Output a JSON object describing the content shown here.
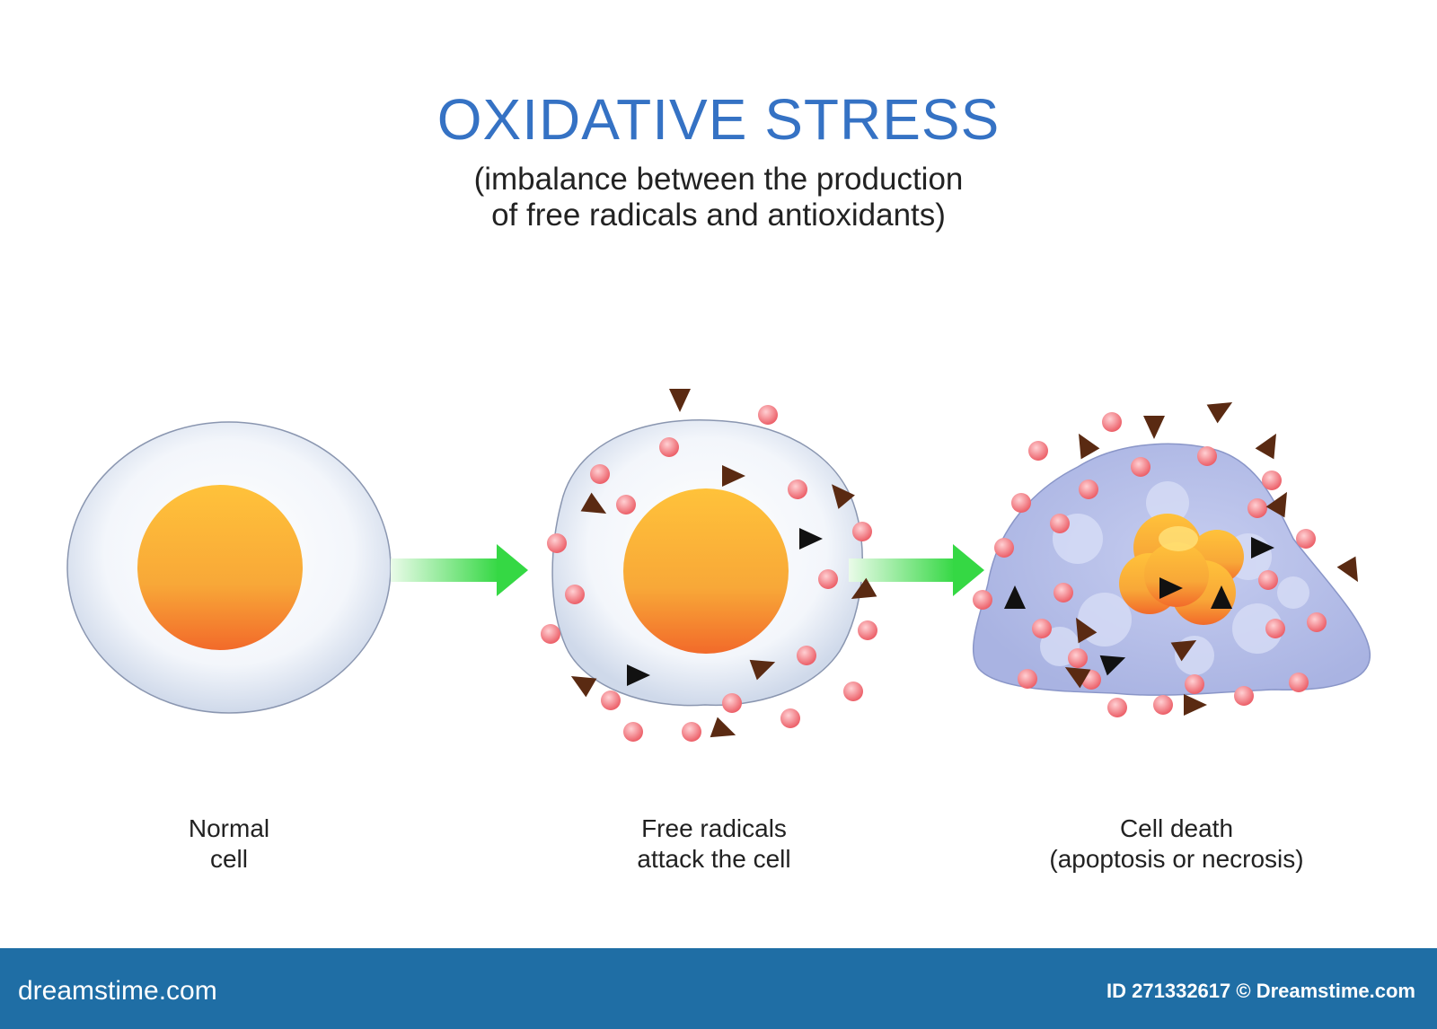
{
  "title": "OXIDATIVE STRESS",
  "subtitle": {
    "line1": "(imbalance between the production",
    "line2": "of free radicals and antioxidants)"
  },
  "stages": [
    {
      "line1": "Normal",
      "line2": "cell"
    },
    {
      "line1": "Free radicals",
      "line2": "attack the cell"
    },
    {
      "line1": "Cell death",
      "line2": "(apoptosis or necrosis)"
    }
  ],
  "watermark": {
    "left": "dreamstime.com",
    "right": "ID 271332617 © Dreamstime.com"
  },
  "colors": {
    "title": "#3572c4",
    "arrow": "#3ddc4a",
    "radical_dot": "#f27a82",
    "radical_triangle": "#5a2a12",
    "nucleus": "#f6a23a",
    "footer": "#1f6ea5"
  }
}
